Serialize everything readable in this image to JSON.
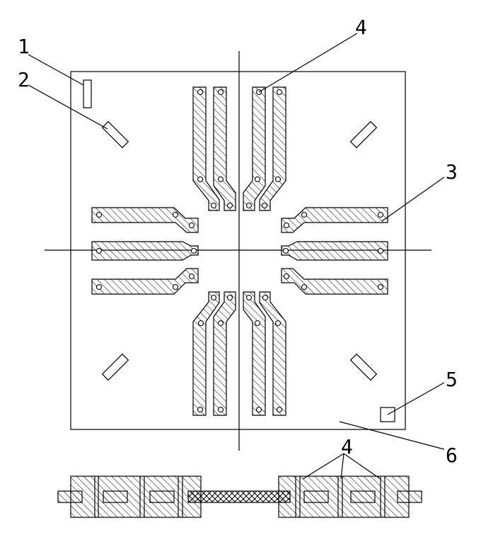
{
  "diagram": {
    "callouts": [
      {
        "id": "label-1",
        "text": "1"
      },
      {
        "id": "label-2",
        "text": "2"
      },
      {
        "id": "label-3",
        "text": "3"
      },
      {
        "id": "label-4-top",
        "text": "4"
      },
      {
        "id": "label-5",
        "text": "5"
      },
      {
        "id": "label-6",
        "text": "6"
      },
      {
        "id": "label-4-bottom",
        "text": "4"
      }
    ]
  },
  "colors": {
    "line": "#000000",
    "background": "#ffffff"
  }
}
